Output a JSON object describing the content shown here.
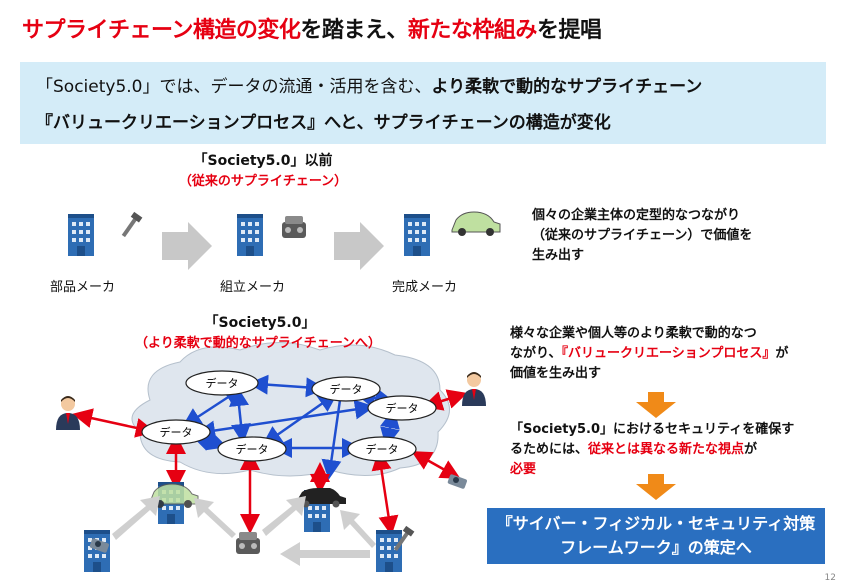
{
  "title": {
    "part1": "サプライチェーン構造の変化",
    "part2": "を踏まえ、",
    "part3": "新たな枠組み",
    "part4": "を提唱"
  },
  "banner": {
    "line1_normal": "「Society5.0」では、データの流通・活用を含む、",
    "line1_bold": "より柔軟で動的なサプライチェーン",
    "line2": "『バリュークリエーションプロセス』へと、サプライチェーンの構造が変化"
  },
  "before": {
    "title": "「Society5.0」以前",
    "subtitle": "（従来のサプライチェーン）",
    "labels": [
      "部品メーカ",
      "組立メーカ",
      "完成メーカ"
    ],
    "desc": [
      "個々の企業主体の定型的なつながり",
      "（従来のサプライチェーン）で価値を",
      "生み出す"
    ]
  },
  "after": {
    "title": "「Society5.0」",
    "subtitle": "（より柔軟で動的なサプライチェーンへ）",
    "node_label": "データ"
  },
  "right_desc1": {
    "line1": "様々な企業や個人等のより柔軟で動的なつ",
    "line2a": "ながり、",
    "line2b": "『バリュークリエーションプロセス』",
    "line2c": "が",
    "line3": "価値を生み出す"
  },
  "right_desc2": {
    "line1": "「Society5.0」におけるセキュリティを確保す",
    "line2a": "るためには、",
    "line2b": "従来とは異なる新たな視点",
    "line2c": "が",
    "line3": "必要"
  },
  "final_box": {
    "line1": "『サイバー・フィジカル・セキュリティ対策",
    "line2": "フレームワーク』の策定へ"
  },
  "page_number": "12",
  "colors": {
    "red": "#e60012",
    "blue": "#1f4fd0",
    "banner": "#d4ecf8",
    "final": "#2a6fc0",
    "arrow": "#f08a18",
    "gray": "#c8c8c8"
  }
}
